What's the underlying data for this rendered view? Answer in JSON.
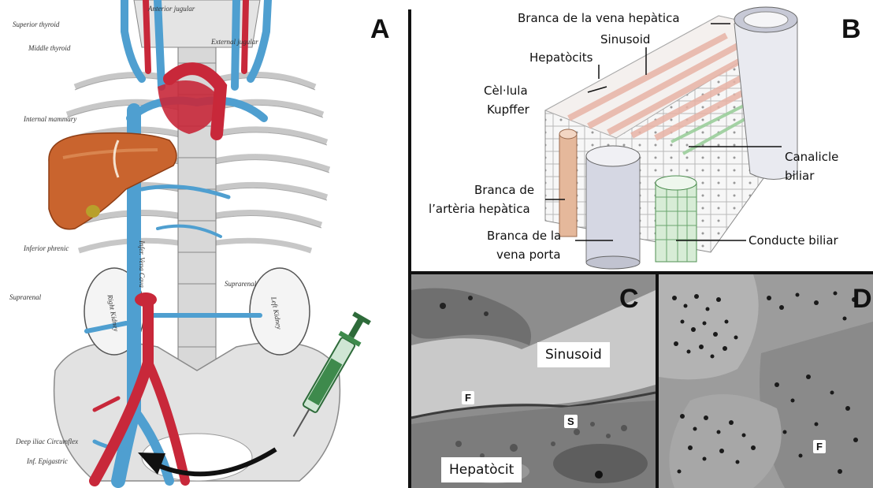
{
  "panels": {
    "a": {
      "letter": "A"
    },
    "b": {
      "letter": "B"
    },
    "c": {
      "letter": "C"
    },
    "d": {
      "letter": "D"
    }
  },
  "anatomy_labels": {
    "anterior_jugular": "Anterior jugular",
    "superior_thyroid": "Superior thyroid",
    "middle_thyroid": "Middle thyroid",
    "external_jugular": "External jugular",
    "internal_mammary": "Internal mammary",
    "inferior_phrenic": "Inferior phrenic",
    "suprarenal_left": "Suprarenal",
    "suprarenal_right": "Suprarenal",
    "right_kidney": "Right Kidney",
    "left_kidney": "Left Kidney",
    "vena_cava": "Infer. Vena Cava",
    "deep_circumflex": "Deep iliac Circumflex",
    "inf_epigastric": "Inf. Epigastric"
  },
  "lobule_labels": {
    "hepatic_vein": "Branca de la vena hepàtica",
    "sinusoid": "Sinusoid",
    "hepatocytes": "Hepatòcits",
    "kupffer_1": "Cèl·lula",
    "kupffer_2": "Kupffer",
    "bile_canaliculus_1": "Canalicle",
    "bile_canaliculus_2": "biliar",
    "hepatic_artery_1": "Branca de",
    "hepatic_artery_2": "l’artèria hepàtica",
    "portal_vein_1": "Branca de la",
    "portal_vein_2": "vena porta",
    "bile_duct": "Conducte biliar"
  },
  "micrograph_c": {
    "sinusoid": "Sinusoid",
    "hepatocyte": "Hepatòcit",
    "f": "F",
    "s": "S"
  },
  "micrograph_d": {
    "f": "F"
  },
  "colors": {
    "vein": "#4f9fd0",
    "artery": "#c8283a",
    "liver": "#c9642e",
    "syringe": "#3e8a4c",
    "em_background": "#a8a8a8"
  }
}
